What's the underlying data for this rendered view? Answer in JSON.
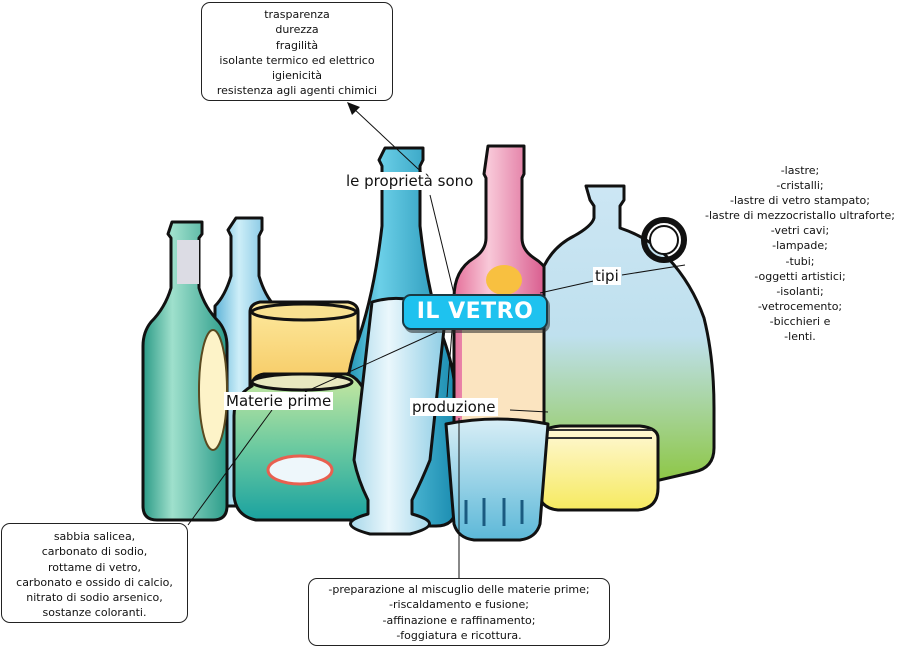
{
  "center_node": {
    "label": "IL VETRO",
    "color": "#1ec2ef"
  },
  "branches": [
    {
      "label": "le proprietà sono",
      "items": [
        "trasparenza",
        "durezza",
        "fragilità",
        "isolante termico ed elettrico",
        "igienicità",
        "resistenza agli agenti chimici"
      ]
    },
    {
      "label": "tipi",
      "items": [
        "-lastre;",
        "-cristalli;",
        "-lastre di vetro stampato;",
        "-lastre di mezzocristallo ultraforte;",
        "-vetri cavi;",
        "-lampade;",
        "-tubi;",
        "-oggetti artistici;",
        "-isolanti;",
        "-vetrocemento;",
        "-bicchieri e",
        "-lenti."
      ]
    },
    {
      "label": "Materie prime",
      "items": [
        "sabbia salicea,",
        "carbonato di sodio,",
        "rottame di vetro,",
        "carbonato e ossido di calcio,",
        "nitrato di sodio arsenico,",
        "sostanze coloranti."
      ]
    },
    {
      "label": "produzione",
      "items": [
        "-preparazione al miscuglio delle materie prime;",
        "-riscaldamento e fusione;",
        "-affinazione e raffinamento;",
        "-foggiatura e ricottura."
      ]
    }
  ],
  "background_illustration": "glass-bottles-and-jars"
}
